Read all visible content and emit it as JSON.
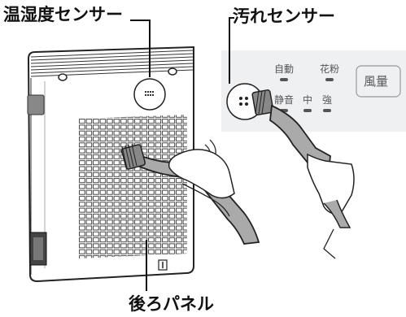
{
  "labels": {
    "humidity_sensor": "温湿度センサー",
    "dirt_sensor": "汚れセンサー",
    "back_panel": "後ろパネル"
  },
  "control_panel": {
    "auto": "自動",
    "pollen": "花粉",
    "quiet": "静音",
    "medium": "中",
    "strong": "強",
    "fan_button": "風量"
  }
}
